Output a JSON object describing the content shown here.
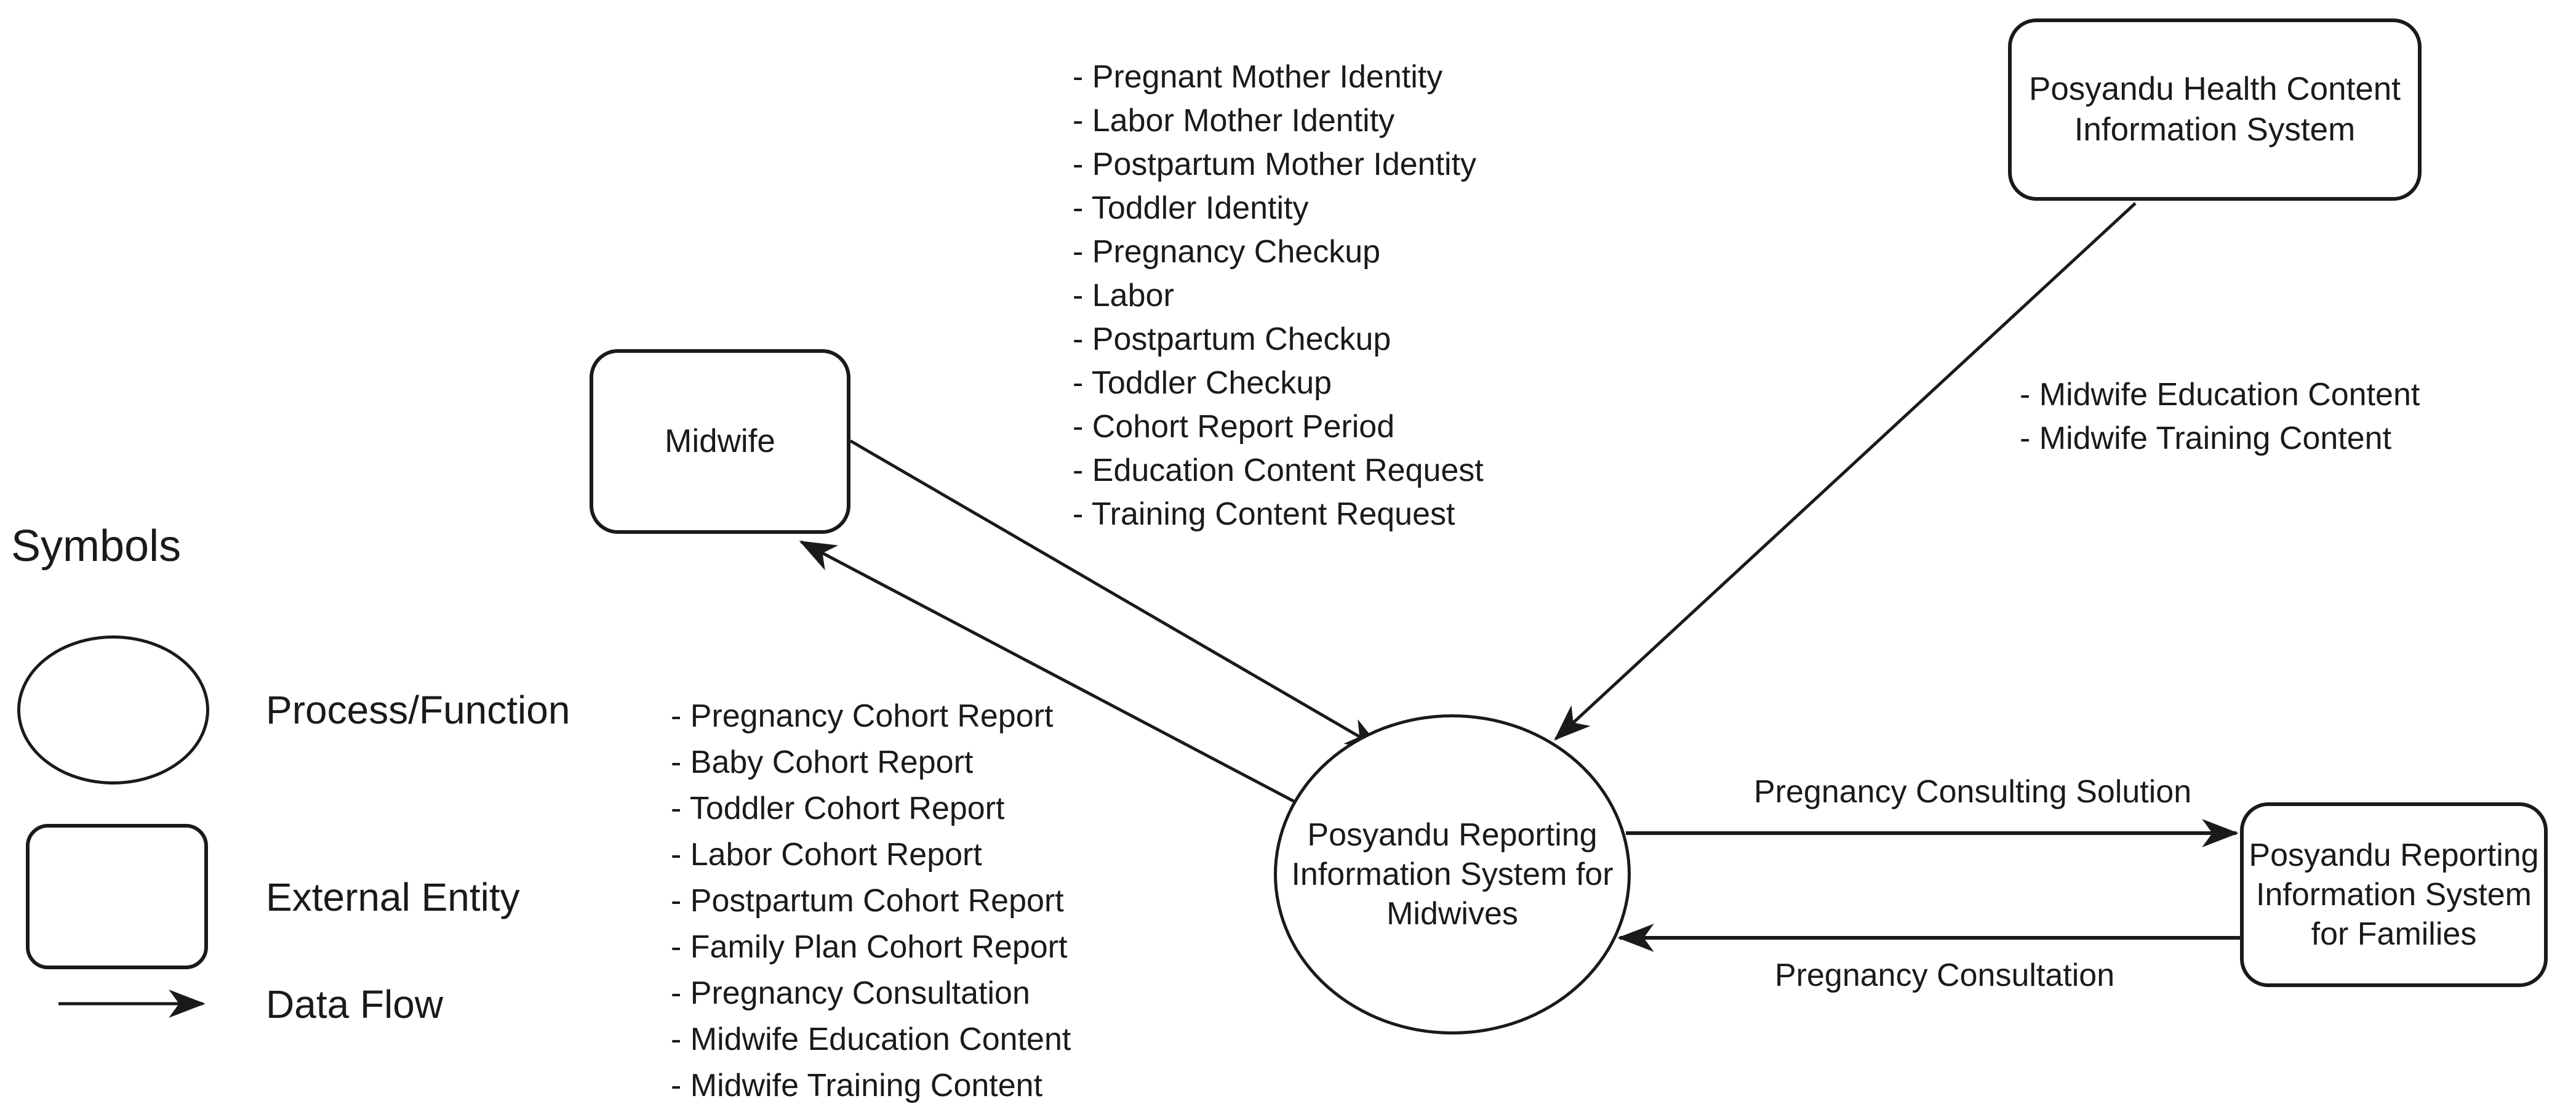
{
  "colors": {
    "ink": "#1a1a1a",
    "background": "#ffffff"
  },
  "legend": {
    "title": "Symbols",
    "items": [
      {
        "symbol": "ellipse",
        "label": "Process/Function"
      },
      {
        "symbol": "rounded-rect",
        "label": "External Entity"
      },
      {
        "symbol": "arrow",
        "label": "Data Flow"
      }
    ]
  },
  "nodes": {
    "midwife": {
      "type": "external-entity",
      "label": "Midwife"
    },
    "health_content_system": {
      "type": "external-entity",
      "label": "Posyandu Health Content\nInformation System"
    },
    "reporting_system_midwives": {
      "type": "process",
      "label": "Posyandu Reporting\nInformation System for\nMidwives"
    },
    "reporting_system_families": {
      "type": "external-entity",
      "label": "Posyandu Reporting\nInformation System\nfor Families"
    }
  },
  "flows": {
    "midwife_to_system": {
      "from": "Midwife",
      "to": "Posyandu Reporting Information System for Midwives",
      "items": [
        "Pregnant Mother Identity",
        "Labor Mother Identity",
        "Postpartum Mother Identity",
        "Toddler Identity",
        "Pregnancy Checkup",
        "Labor",
        "Postpartum Checkup",
        "Toddler Checkup",
        "Cohort Report Period",
        "Education Content Request",
        "Training Content Request"
      ]
    },
    "system_to_midwife": {
      "from": "Posyandu Reporting Information System for Midwives",
      "to": "Midwife",
      "items": [
        "Pregnancy Cohort Report",
        "Baby Cohort Report",
        "Toddler Cohort Report",
        "Labor Cohort Report",
        "Postpartum Cohort Report",
        "Family Plan Cohort Report",
        "Pregnancy Consultation",
        "Midwife Education Content",
        "Midwife Training Content"
      ]
    },
    "health_to_system": {
      "from": "Posyandu Health Content Information System",
      "to": "Posyandu Reporting Information System for Midwives",
      "items": [
        "Midwife Education Content",
        "Midwife Training Content"
      ]
    },
    "system_to_families": {
      "from": "Posyandu Reporting Information System for Midwives",
      "to": "Posyandu Reporting Information System for Families",
      "label": "Pregnancy Consulting Solution"
    },
    "families_to_system": {
      "from": "Posyandu Reporting Information System for Families",
      "to": "Posyandu Reporting Information System for Midwives",
      "label": "Pregnancy Consultation"
    }
  }
}
